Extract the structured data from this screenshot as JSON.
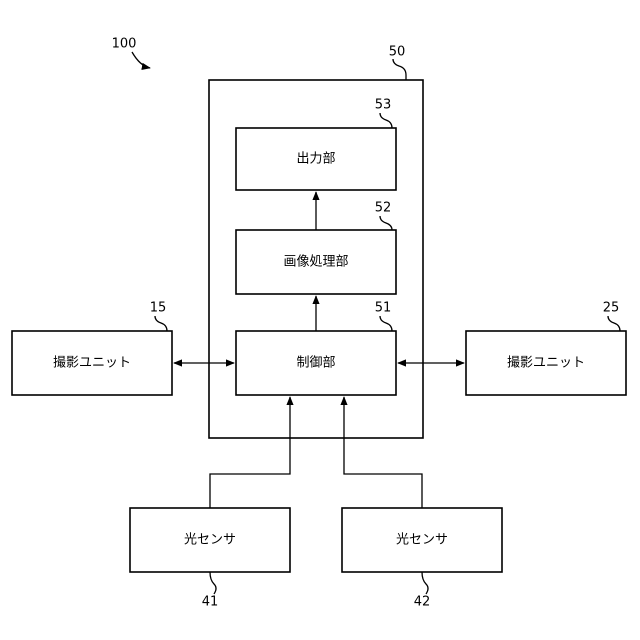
{
  "figure_label": "100",
  "device": {
    "ref": "50"
  },
  "blocks": {
    "output": {
      "label": "出力部",
      "ref": "53"
    },
    "image_processing": {
      "label": "画像処理部",
      "ref": "52"
    },
    "control": {
      "label": "制御部",
      "ref": "51"
    },
    "camera_left": {
      "label": "撮影ユニット",
      "ref": "15"
    },
    "camera_right": {
      "label": "撮影ユニット",
      "ref": "25"
    },
    "sensor_left": {
      "label": "光センサ",
      "ref": "41"
    },
    "sensor_right": {
      "label": "光センサ",
      "ref": "42"
    }
  }
}
